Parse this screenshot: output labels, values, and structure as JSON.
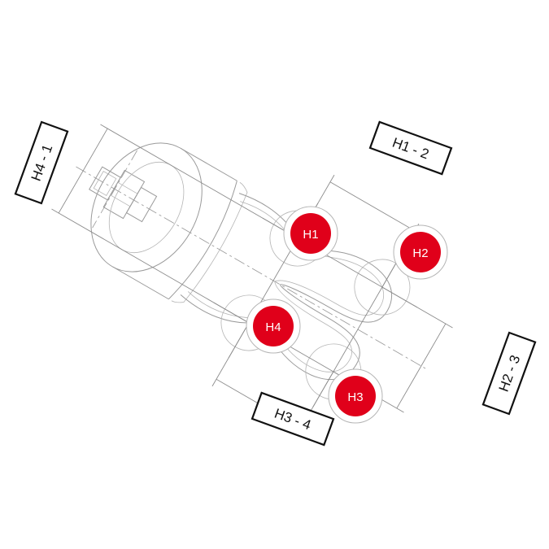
{
  "holes": [
    {
      "id": "h1",
      "label": "H1"
    },
    {
      "id": "h2",
      "label": "H2"
    },
    {
      "id": "h3",
      "label": "H3"
    },
    {
      "id": "h4",
      "label": "H4"
    }
  ],
  "dimensions": [
    {
      "id": "h1-2",
      "label": "H1 - 2"
    },
    {
      "id": "h2-3",
      "label": "H2 - 3"
    },
    {
      "id": "h3-4",
      "label": "H3 - 4"
    },
    {
      "id": "h4-1",
      "label": "H4 - 1"
    }
  ],
  "colors": {
    "hole_fill": "#e0001a",
    "line": "#9a9a9a",
    "label_border": "#111111"
  }
}
